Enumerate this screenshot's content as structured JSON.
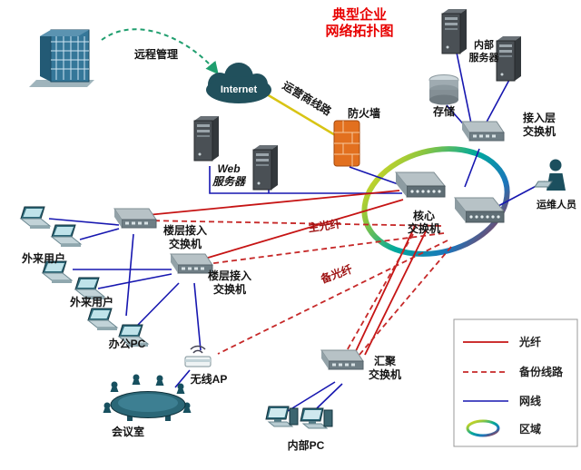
{
  "title": {
    "line1": "典型企业",
    "line2": "网络拓扑图"
  },
  "labels": {
    "remote_mgmt": "远程管理",
    "internet": "Internet",
    "carrier": "运营商线路",
    "firewall": "防火墙",
    "web_server_l1": "Web",
    "web_server_l2": "服务器",
    "internal_server_l1": "内部",
    "internal_server_l2": "服务器",
    "storage": "存储",
    "access_switch_l1": "接入层",
    "access_switch_l2": "交换机",
    "core_switch_l1": "核心",
    "core_switch_l2": "交换机",
    "ops_staff": "运维人员",
    "floor_switch1_l1": "楼层接入",
    "floor_switch1_l2": "交换机",
    "floor_switch2_l1": "楼层接入",
    "floor_switch2_l2": "交换机",
    "external_users1": "外来用户",
    "external_users2": "外来用户",
    "office_pc": "办公PC",
    "wireless_ap": "无线AP",
    "meeting_room": "会议室",
    "agg_switch_l1": "汇聚",
    "agg_switch_l2": "交换机",
    "internal_pc": "内部PC",
    "main_fiber": "主光纤",
    "backup_fiber": "备光纤"
  },
  "legend": {
    "fiber": "光纤",
    "backup": "备份线路",
    "cable": "网线",
    "area": "区域"
  },
  "colors": {
    "fiber": "#c61414",
    "backup": "#c62828",
    "cable": "#1717b0",
    "carrier-line": "#d8c414",
    "remote-link": "#1f9e6e",
    "title-red": "#e80000"
  }
}
